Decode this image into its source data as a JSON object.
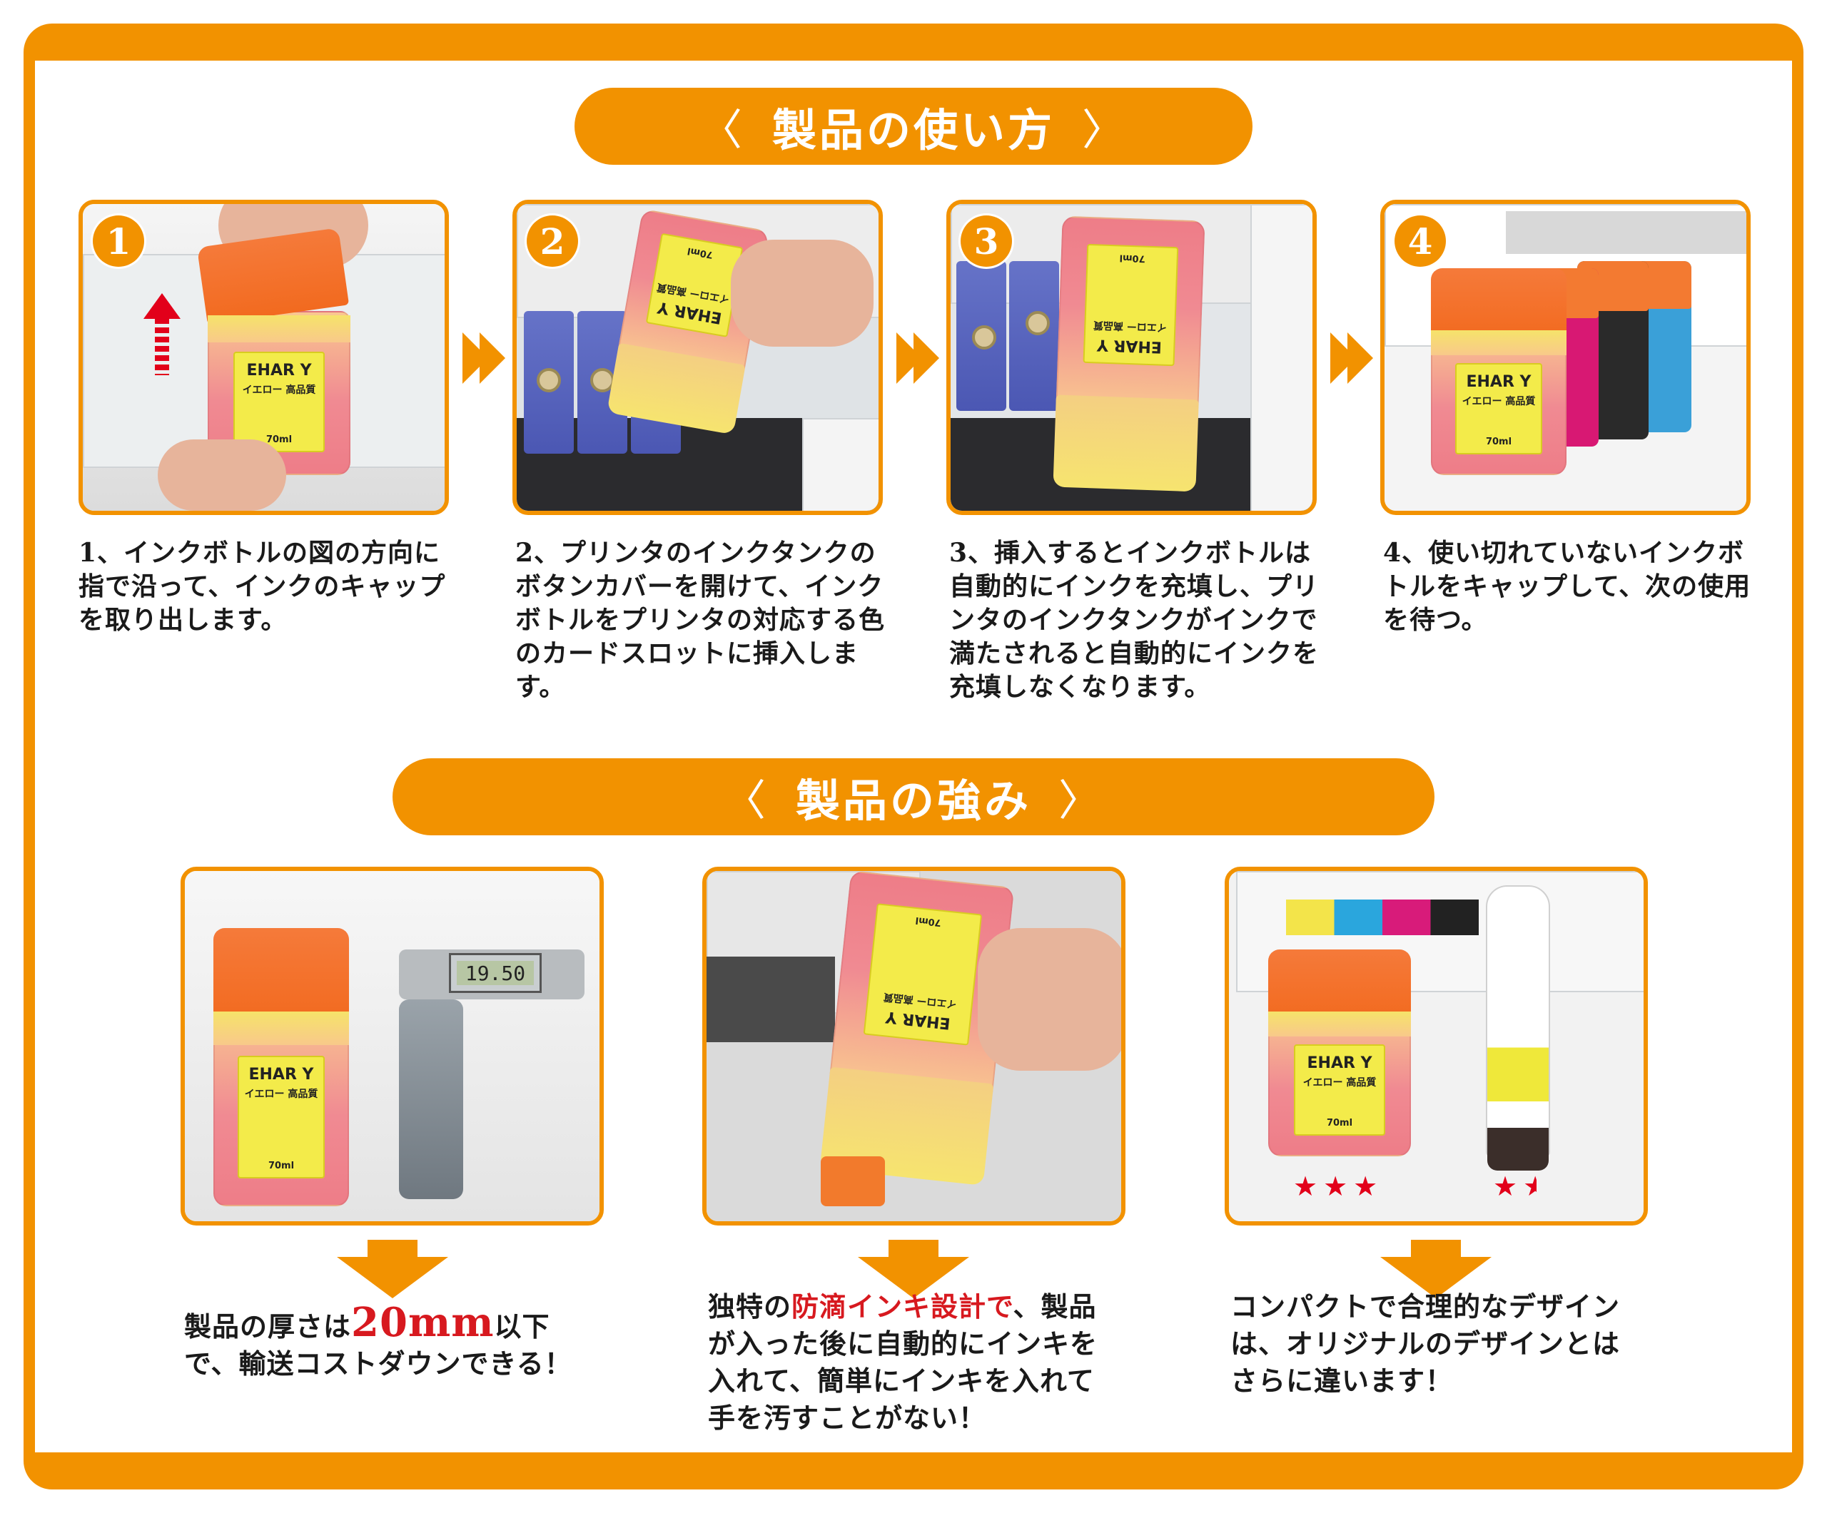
{
  "sections": {
    "usage_title": "製品の使い方",
    "strength_title": "製品の強み",
    "chevron_left": "〈",
    "chevron_right": "〉"
  },
  "steps": [
    {
      "number": "1",
      "caption": "1、インクボトルの図の方向に指で沿って、インクのキャップを取り出します。"
    },
    {
      "number": "2",
      "caption": "2、プリンタのインクタンクのボタンカバーを開けて、インクボトルをプリンタの対応する色のカードスロットに挿入します。"
    },
    {
      "number": "3",
      "caption": "3、挿入するとインクボトルは自動的にインクを充填し、プリンタのインクタンクがインクで満たされると自動的にインクを充填しなくなります。"
    },
    {
      "number": "4",
      "caption": "4、使い切れていないインクボトルをキャップして、次の使用を待つ。"
    }
  ],
  "bottle_label": {
    "brand": "EHAR Y",
    "sub": "イエロー 高品質",
    "volume": "70ml"
  },
  "strengths": [
    {
      "pre": "製品の厚さは",
      "highlight": "20mm",
      "post": "以下で、輸送コストダウンできる！"
    },
    {
      "pre": "独特の",
      "highlight": "防滴インキ設計で",
      "post": "、製品が入った後に自動的にインキを入れて、簡単にインキを入れて手を汚すことがない！"
    },
    {
      "pre": "",
      "highlight": "",
      "post": "コンパクトで合理的なデザインは、オリジナルのデザインとはさらに違います！"
    }
  ],
  "caliper_reading": "19.50",
  "rating": {
    "ours": 3,
    "original": 1.5
  },
  "colors": {
    "accent": "#f29200",
    "highlight": "#d7191f"
  }
}
